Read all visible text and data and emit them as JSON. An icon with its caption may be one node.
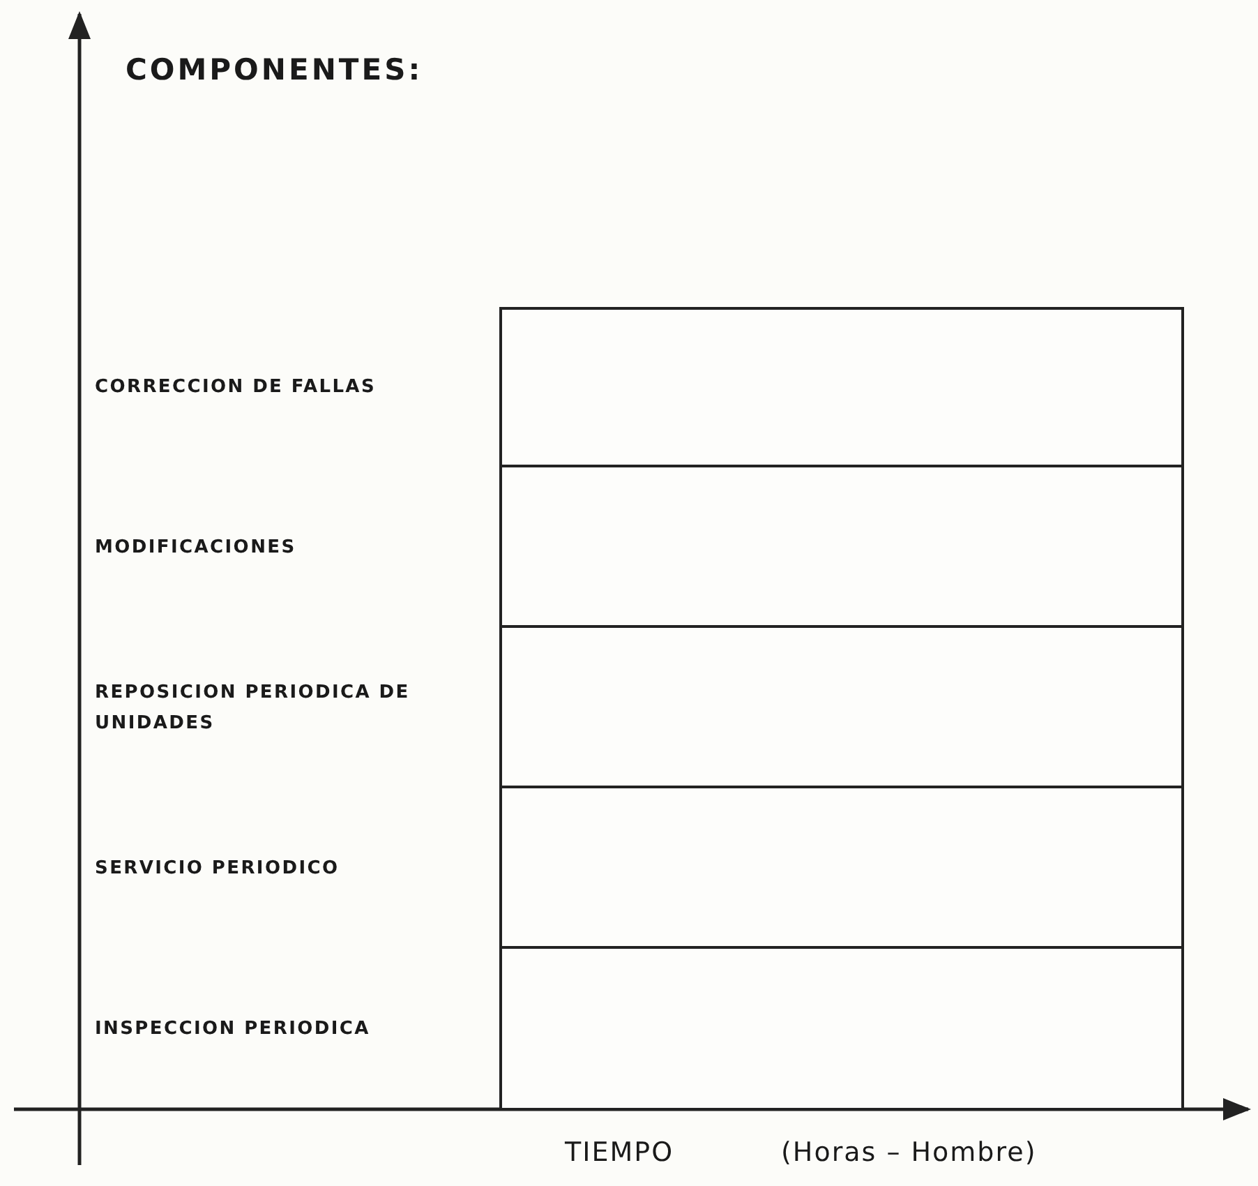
{
  "diagram": {
    "title": "COMPONENTES:",
    "nodes": [
      {
        "text": [],
        "shape": "box"
      },
      {
        "text": [],
        "shape": "box"
      },
      {
        "text": [],
        "shape": "box"
      },
      {
        "text": [],
        "shape": "box"
      },
      {
        "text": [],
        "shape": "box"
      }
    ],
    "labels": [
      "CORRECCION DE FALLAS",
      "MODIFICACIONES",
      "REPOSICION PERIODICA DE UNIDADES",
      "SERVICIO PERIODICO",
      "INSPECCION PERIODICA",
      "TIEMPO",
      "(Horas – Hombre)"
    ]
  }
}
